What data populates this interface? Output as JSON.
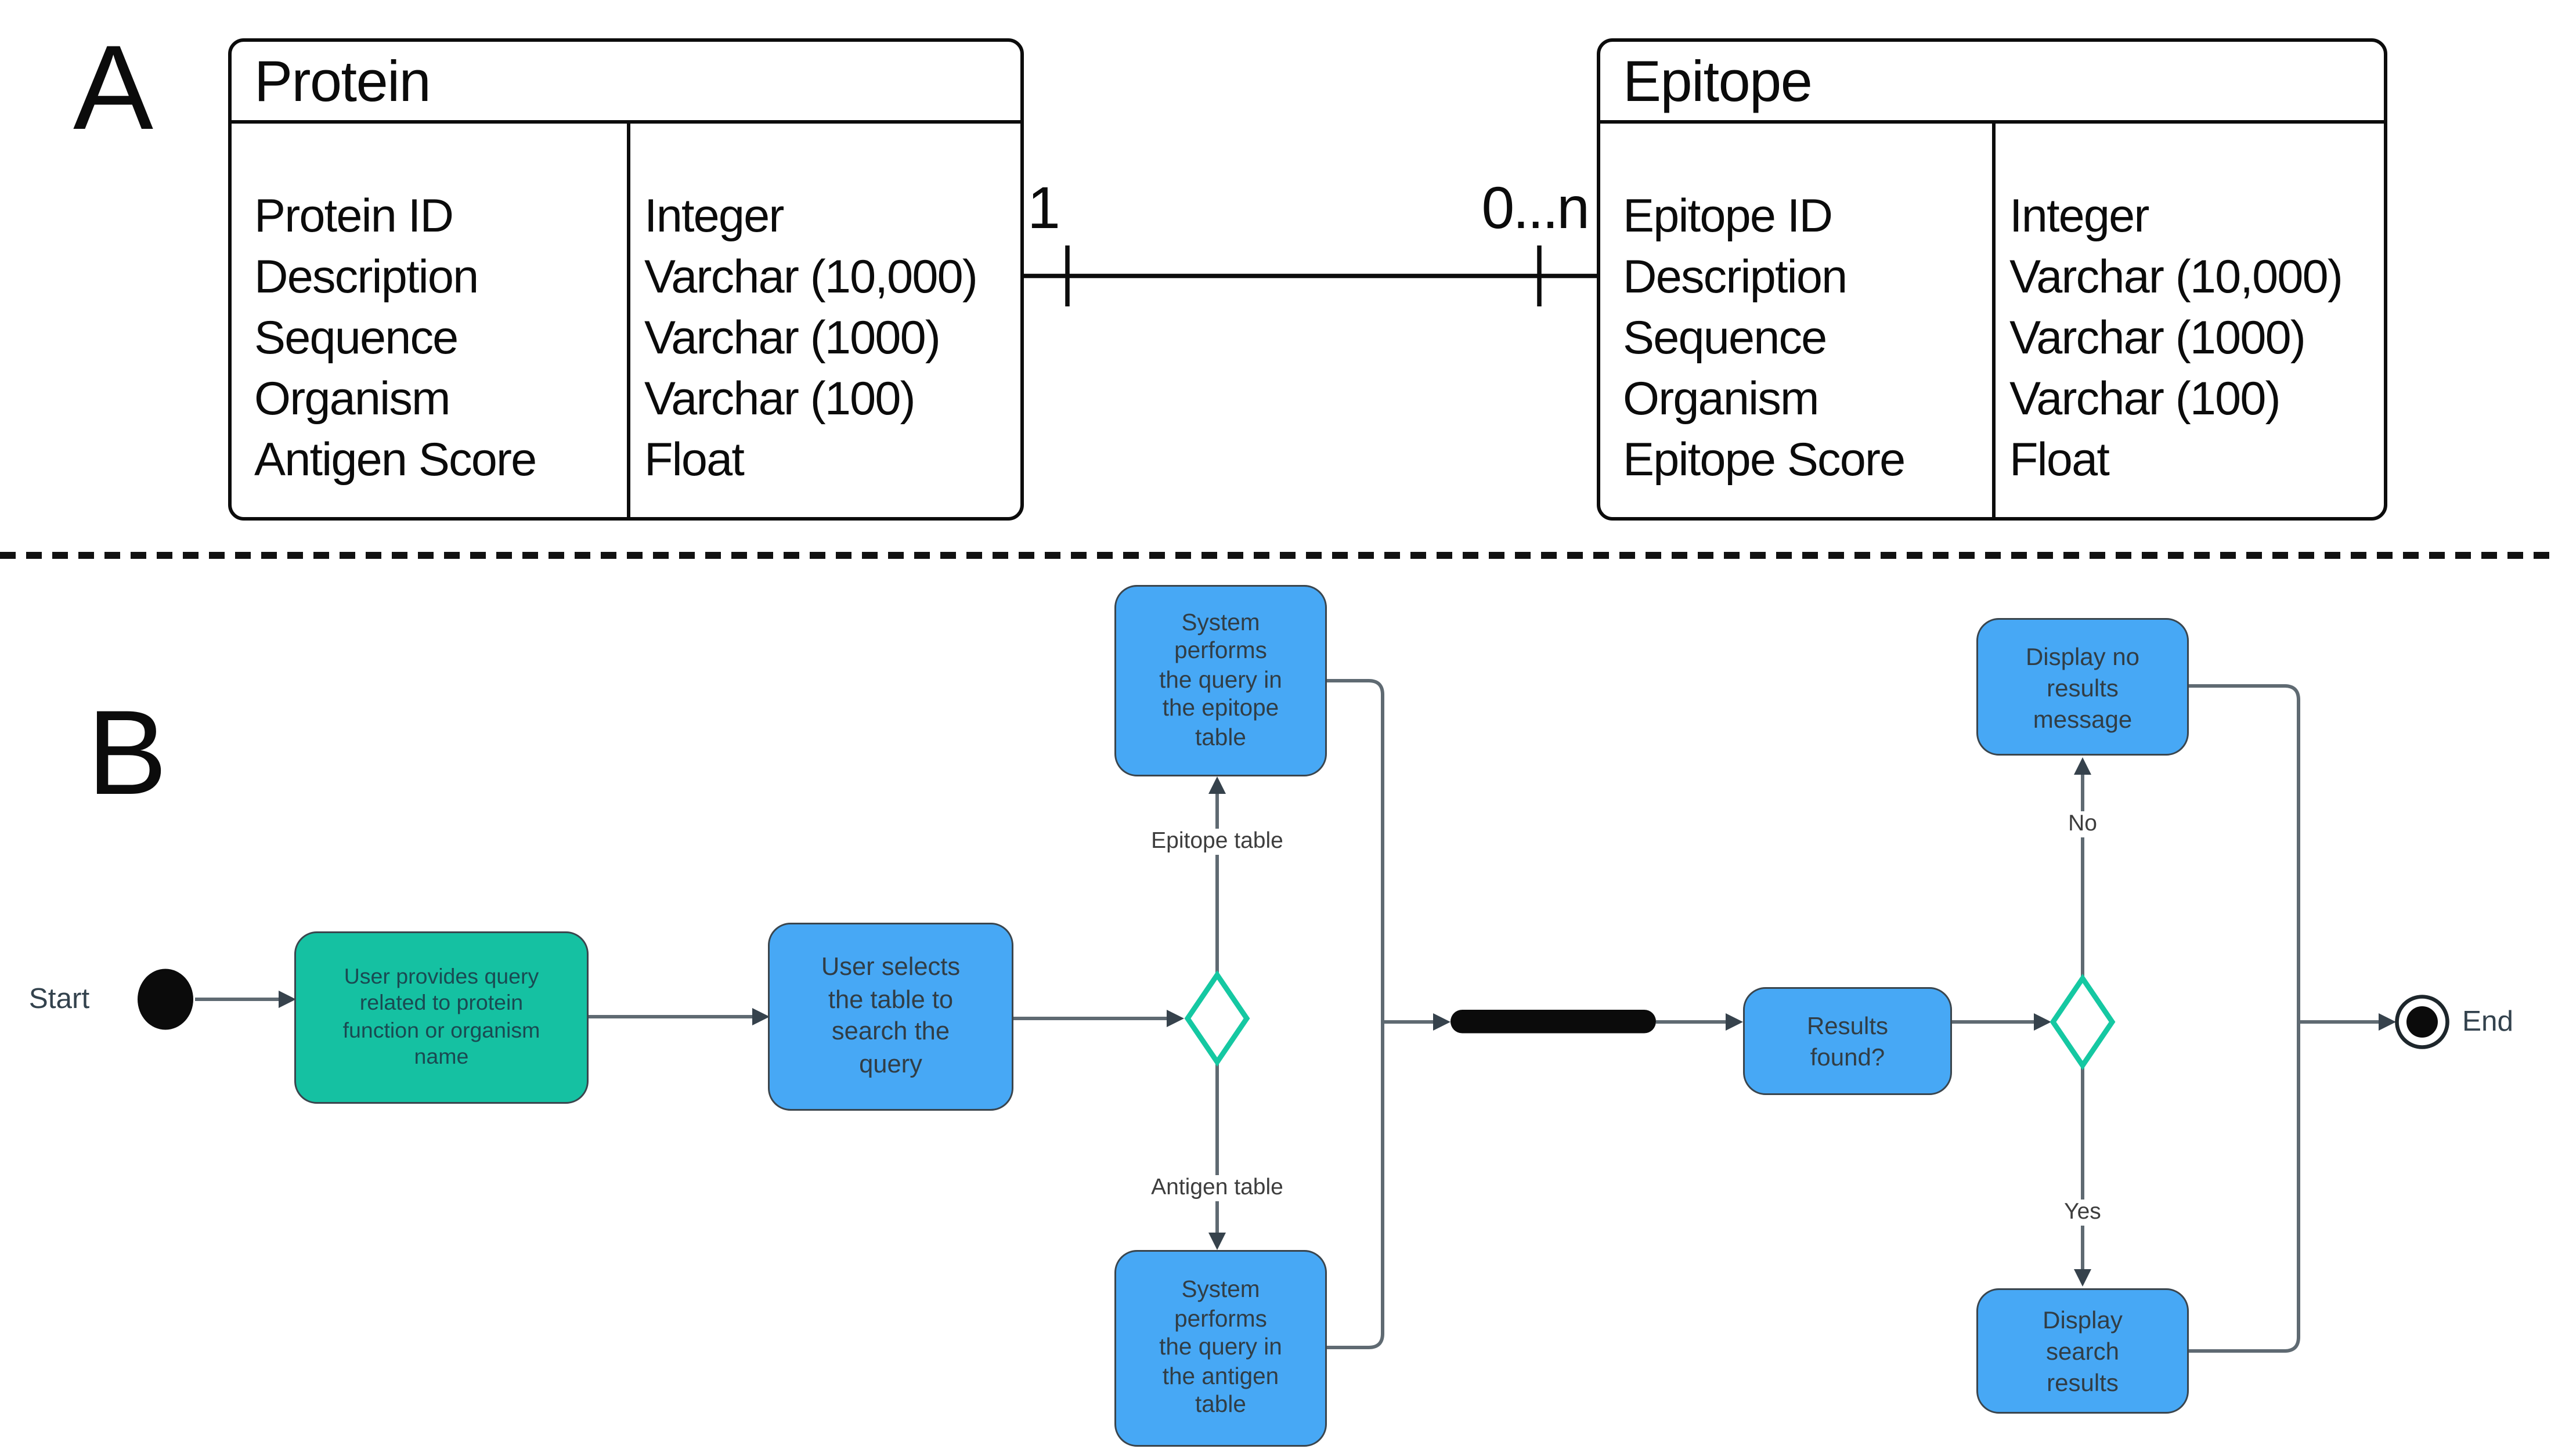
{
  "panel_a": {
    "label": "A",
    "tables": [
      {
        "title": "Protein",
        "fields": [
          {
            "name": "Protein ID",
            "type": "Integer"
          },
          {
            "name": "Description",
            "type": "Varchar (10,000)"
          },
          {
            "name": "Sequence",
            "type": "Varchar (1000)"
          },
          {
            "name": "Organism",
            "type": "Varchar (100)"
          },
          {
            "name": "Antigen Score",
            "type": "Float"
          }
        ]
      },
      {
        "title": "Epitope",
        "fields": [
          {
            "name": "Epitope ID",
            "type": "Integer"
          },
          {
            "name": "Description",
            "type": "Varchar (10,000)"
          },
          {
            "name": "Sequence",
            "type": "Varchar (1000)"
          },
          {
            "name": "Organism",
            "type": "Varchar (100)"
          },
          {
            "name": "Epitope Score",
            "type": "Float"
          }
        ]
      }
    ],
    "relationship": {
      "left_cardinality": "1",
      "right_cardinality": "0...n"
    }
  },
  "panel_b": {
    "label": "B",
    "start_label": "Start",
    "end_label": "End",
    "nodes": {
      "user_query": {
        "text": "User provides query\nrelated to protein\nfunction or organism\nname"
      },
      "select_table": {
        "text": "User selects\nthe table to\nsearch the\nquery"
      },
      "epitope_query": {
        "text": "System\nperforms\nthe query in\nthe epitope\ntable"
      },
      "antigen_query": {
        "text": "System\nperforms\nthe query in\nthe antigen\ntable"
      },
      "results_found": {
        "text": "Results\nfound?"
      },
      "no_results": {
        "text": "Display no\nresults\nmessage"
      },
      "search_results": {
        "text": "Display\nsearch\nresults"
      }
    },
    "edge_labels": {
      "epitope": "Epitope table",
      "antigen": "Antigen table",
      "no": "No",
      "yes": "Yes"
    }
  },
  "colors": {
    "process_blue": "#47a8f5",
    "start_action_teal": "#15c1a2",
    "decision_outline_teal": "#15c8a2",
    "connector_gray": "#5f6a72",
    "arrowhead_dark": "#36424c",
    "node_black": "#0b0b0b",
    "table_border_black": "#0c0c0c"
  }
}
